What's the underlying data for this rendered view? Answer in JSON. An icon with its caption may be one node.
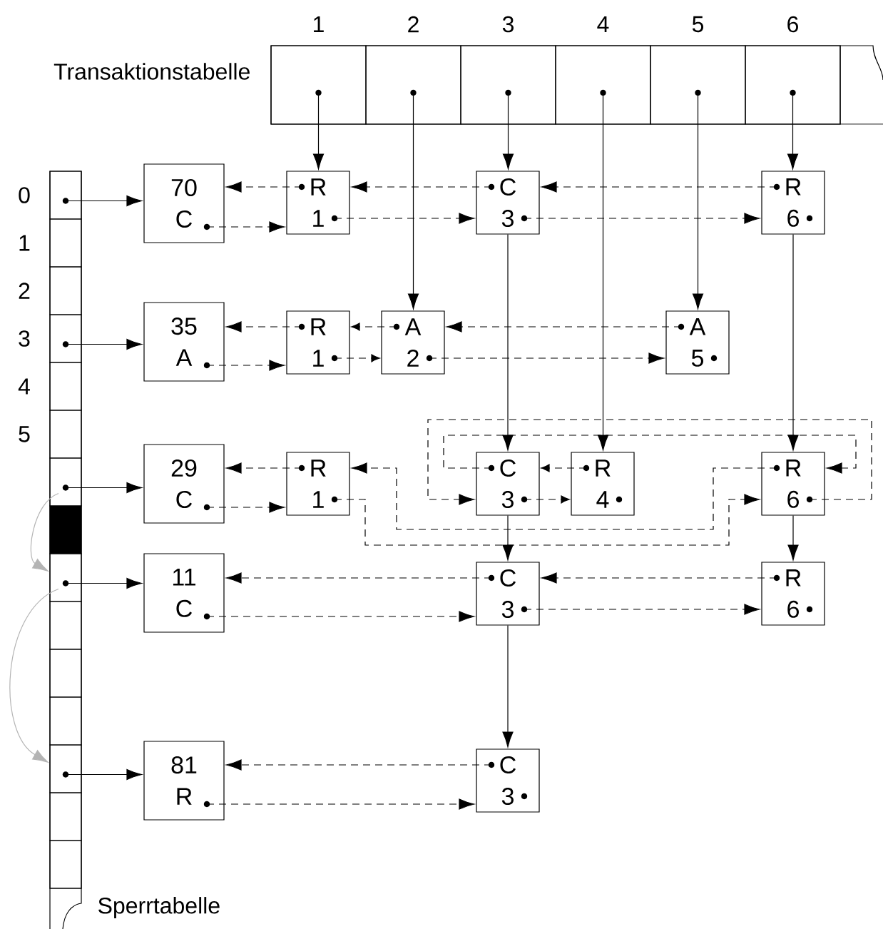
{
  "diagram": {
    "nodes": [
      {
        "text": [
          "Transaktionstabelle"
        ]
      },
      {
        "text": [],
        "shape": "box",
        "beside": [
          "1"
        ],
        "in": 0
      },
      {
        "text": [],
        "shape": "box",
        "beside": [
          "2"
        ],
        "in": 0
      },
      {
        "text": [],
        "shape": "box",
        "beside": [
          "3"
        ],
        "in": 0
      },
      {
        "text": [],
        "shape": "box",
        "beside": [
          "4"
        ],
        "in": 0
      },
      {
        "text": [],
        "shape": "box",
        "beside": [
          "5"
        ],
        "in": 0
      },
      {
        "text": [],
        "shape": "box",
        "beside": [
          "6"
        ],
        "in": 0
      },
      {
        "text": [
          "Sperrtabelle"
        ]
      },
      {
        "text": [],
        "shape": "box",
        "beside": [
          "0"
        ],
        "in": 7
      },
      {
        "text": [],
        "shape": "box",
        "beside": [
          "1"
        ],
        "in": 7
      },
      {
        "text": [],
        "shape": "box",
        "beside": [
          "2"
        ],
        "in": 7
      },
      {
        "text": [],
        "shape": "box",
        "beside": [
          "3"
        ],
        "in": 7
      },
      {
        "text": [],
        "shape": "box",
        "beside": [
          "4"
        ],
        "in": 7
      },
      {
        "text": [],
        "shape": "box",
        "beside": [
          "5"
        ],
        "in": 7
      },
      {
        "text": [],
        "shape": "box",
        "in": 7
      },
      {
        "text": [],
        "shape": "box",
        "in": 7
      },
      {
        "text": [],
        "shape": "box",
        "in": 7
      },
      {
        "text": [],
        "shape": "box",
        "in": 7
      },
      {
        "text": [],
        "shape": "box",
        "in": 7
      },
      {
        "text": [],
        "shape": "box",
        "in": 7
      },
      {
        "text": [],
        "shape": "box",
        "in": 7
      },
      {
        "text": [],
        "shape": "box",
        "in": 7
      },
      {
        "text": [],
        "shape": "box",
        "in": 7
      },
      {
        "text": [
          "70",
          "C"
        ]
      },
      {
        "text": [
          "R",
          "1"
        ]
      },
      {
        "text": [
          "C",
          "3"
        ]
      },
      {
        "text": [
          "R",
          "6"
        ]
      },
      {
        "text": [
          "35",
          "A"
        ]
      },
      {
        "text": [
          "R",
          "1"
        ]
      },
      {
        "text": [
          "A",
          "2"
        ]
      },
      {
        "text": [
          "A",
          "5"
        ]
      },
      {
        "text": [
          "29",
          "C"
        ]
      },
      {
        "text": [
          "R",
          "1"
        ]
      },
      {
        "text": [
          "C",
          "3"
        ]
      },
      {
        "text": [
          "R",
          "4"
        ]
      },
      {
        "text": [
          "R",
          "6"
        ]
      },
      {
        "text": [
          "11",
          "C"
        ]
      },
      {
        "text": [
          "C",
          "3"
        ]
      },
      {
        "text": [
          "R",
          "6"
        ]
      },
      {
        "text": [
          "81",
          "R"
        ]
      },
      {
        "text": [
          "C",
          "3"
        ]
      }
    ],
    "edges": [
      {
        "from": 8,
        "to": 23,
        "arrow": "to"
      },
      {
        "from": 11,
        "to": 27,
        "arrow": "to"
      },
      {
        "from": 14,
        "to": 31,
        "arrow": "to"
      },
      {
        "from": 16,
        "to": 36,
        "arrow": "to"
      },
      {
        "from": 20,
        "to": 39,
        "arrow": "to"
      },
      {
        "from": 14,
        "to": 16,
        "arrow": "to",
        "color": "#b4b4b4"
      },
      {
        "from": 16,
        "to": 20,
        "arrow": "to",
        "color": "#b4b4b4"
      },
      {
        "from": 1,
        "to": 24,
        "arrow": "to"
      },
      {
        "from": 2,
        "to": 29,
        "arrow": "to"
      },
      {
        "from": 3,
        "to": 25,
        "arrow": "to"
      },
      {
        "from": 4,
        "to": 34,
        "arrow": "to"
      },
      {
        "from": 5,
        "to": 30,
        "arrow": "to"
      },
      {
        "from": 6,
        "to": 26,
        "arrow": "to"
      },
      {
        "from": 25,
        "to": 33,
        "arrow": "to"
      },
      {
        "from": 26,
        "to": 35,
        "arrow": "to"
      },
      {
        "from": 33,
        "to": 37,
        "arrow": "to"
      },
      {
        "from": 35,
        "to": 38,
        "arrow": "to"
      },
      {
        "from": 37,
        "to": 40,
        "arrow": "to"
      },
      {
        "from": 23,
        "to": 24,
        "arrow": "to",
        "style": "dashed"
      },
      {
        "from": 24,
        "to": 25,
        "arrow": "to",
        "style": "dashed"
      },
      {
        "from": 25,
        "to": 26,
        "arrow": "to",
        "style": "dashed"
      },
      {
        "from": 24,
        "to": 23,
        "arrow": "to",
        "style": "dashed"
      },
      {
        "from": 25,
        "to": 24,
        "arrow": "to",
        "style": "dashed"
      },
      {
        "from": 26,
        "to": 25,
        "arrow": "to",
        "style": "dashed"
      },
      {
        "from": 27,
        "to": 28,
        "arrow": "to",
        "style": "dashed"
      },
      {
        "from": 28,
        "to": 29,
        "arrow": "to",
        "style": "dashed"
      },
      {
        "from": 29,
        "to": 30,
        "arrow": "to",
        "style": "dashed"
      },
      {
        "from": 28,
        "to": 27,
        "arrow": "to",
        "style": "dashed"
      },
      {
        "from": 29,
        "to": 28,
        "arrow": "to",
        "style": "dashed"
      },
      {
        "from": 30,
        "to": 29,
        "arrow": "to",
        "style": "dashed"
      },
      {
        "from": 31,
        "to": 32,
        "arrow": "to",
        "style": "dashed"
      },
      {
        "from": 32,
        "to": 35,
        "arrow": "to",
        "style": "dashed"
      },
      {
        "from": 35,
        "to": 33,
        "arrow": "to",
        "style": "dashed"
      },
      {
        "from": 33,
        "to": 34,
        "arrow": "to",
        "style": "dashed"
      },
      {
        "from": 32,
        "to": 31,
        "arrow": "to",
        "style": "dashed"
      },
      {
        "from": 35,
        "to": 32,
        "arrow": "to",
        "style": "dashed"
      },
      {
        "from": 33,
        "to": 35,
        "arrow": "to",
        "style": "dashed"
      },
      {
        "from": 34,
        "to": 33,
        "arrow": "to",
        "style": "dashed"
      },
      {
        "from": 36,
        "to": 37,
        "arrow": "to",
        "style": "dashed"
      },
      {
        "from": 37,
        "to": 38,
        "arrow": "to",
        "style": "dashed"
      },
      {
        "from": 37,
        "to": 36,
        "arrow": "to",
        "style": "dashed"
      },
      {
        "from": 38,
        "to": 37,
        "arrow": "to",
        "style": "dashed"
      },
      {
        "from": 39,
        "to": 40,
        "arrow": "to",
        "style": "dashed"
      },
      {
        "from": 40,
        "to": 39,
        "arrow": "to",
        "style": "dashed"
      }
    ]
  }
}
